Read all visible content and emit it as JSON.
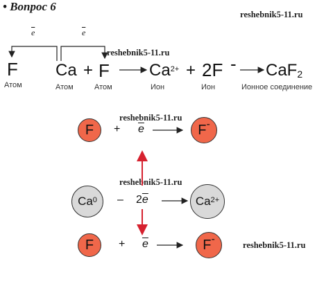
{
  "title": "• Вопрос 6",
  "watermarks": [
    "reshebnik5-11.ru",
    "reshebnik5-11.ru",
    "reshebnik5-11.ru",
    "reshebnik5-11.ru",
    "reshebnik5-11.ru"
  ],
  "equation": {
    "electron": "e",
    "atom_f1": "F",
    "atom_ca": "Ca",
    "plus1": "+",
    "atom_f2": "F",
    "ion_ca": "Ca",
    "ion_ca_charge": "2+",
    "plus2": "+",
    "ion_f": "2F",
    "ion_f_charge": "-",
    "compound": "CaF",
    "compound_sub": "2",
    "label_atom": "Атом",
    "label_ion": "Ион",
    "label_compound": "Ионное соединение"
  },
  "diagram": {
    "row1": {
      "left": "F",
      "plus": "+",
      "electron": "e",
      "right": "F",
      "right_charge": "-"
    },
    "row2": {
      "left": "Ca",
      "left_charge": "0",
      "minus": "–",
      "electron_count": "2",
      "electron": "e",
      "right": "Ca",
      "right_charge": "2+"
    },
    "row3": {
      "left": "F",
      "plus": "+",
      "electron": "e",
      "right": "F",
      "right_charge": "-"
    }
  },
  "colors": {
    "orange": "#f0674a",
    "gray": "#d9d9d9",
    "red_arrow": "#d6212f"
  }
}
